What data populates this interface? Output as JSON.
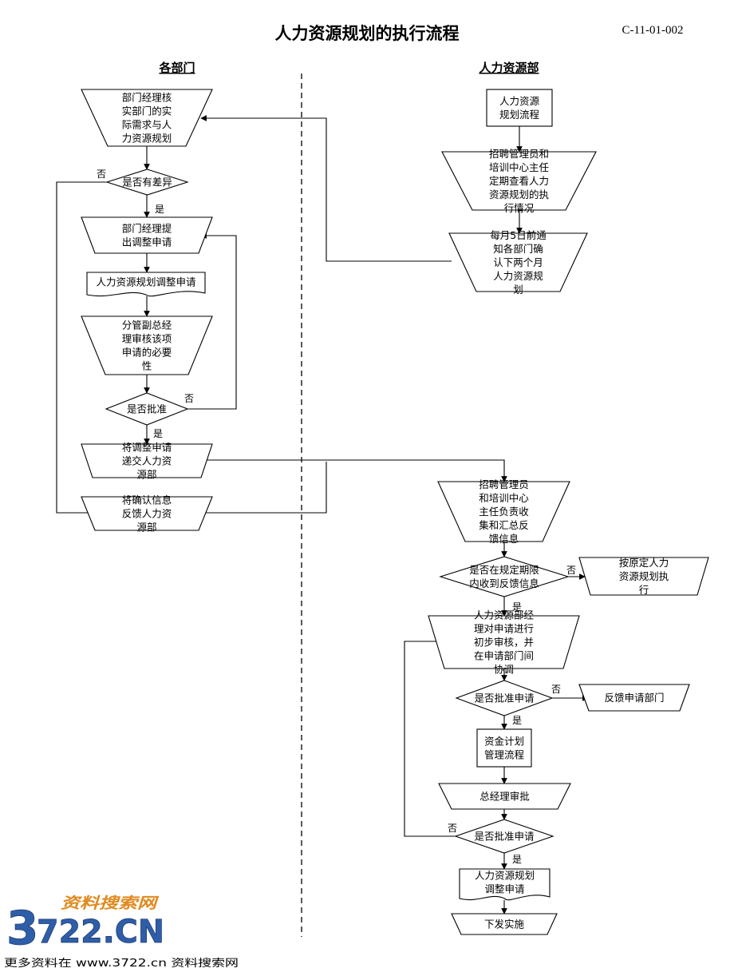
{
  "title": "人力资源规划的执行流程",
  "doc_code": "C-11-01-002",
  "lanes": {
    "left": "各部门",
    "right": "人力资源部"
  },
  "nodes": {
    "n_hr_plan": [
      "人力资源",
      "规划流程"
    ],
    "n_review": [
      "招聘管理员和",
      "培训中心主任",
      "定期查看人力",
      "资源规划的执",
      "行情况"
    ],
    "n_notify": [
      "每月5日前通",
      "知各部门确",
      "认下两个月",
      "人力资源规",
      "划"
    ],
    "n_check": [
      "部门经理核",
      "实部门的实",
      "际需求与人",
      "力资源规划"
    ],
    "d_diff": [
      "是否有差异"
    ],
    "n_propose": [
      "部门经理提",
      "出调整申请"
    ],
    "doc_request": [
      "人力资源规划调整申请"
    ],
    "n_vp": [
      "分管副总经",
      "理审核该项",
      "申请的必要",
      "性"
    ],
    "d_approve1": [
      "是否批准"
    ],
    "n_submit": [
      "将调整申请",
      "递交人力资",
      "源部"
    ],
    "n_confirm": [
      "将确认信息",
      "反馈人力资",
      "源部"
    ],
    "n_collect": [
      "招聘管理员",
      "和培训中心",
      "主任负责收",
      "集和汇总反",
      "馈信息"
    ],
    "d_deadline": [
      "是否在规定期限",
      "内收到反馈信息"
    ],
    "n_keep": [
      "按原定人力",
      "资源规划执",
      "行"
    ],
    "n_mgr": [
      "人力资源部经",
      "理对申请进行",
      "初步审核，并",
      "在申请部门间",
      "协调"
    ],
    "d_approve2": [
      "是否批准申请"
    ],
    "n_feedback": [
      "反馈申请部门"
    ],
    "n_fund": [
      "资金计划",
      "管理流程"
    ],
    "n_gm": [
      "总经理审批"
    ],
    "d_approve3": [
      "是否批准申请"
    ],
    "doc_adjust": [
      "人力资源规划",
      "调整申请"
    ],
    "n_issue": [
      "下发实施"
    ]
  },
  "edge_labels": {
    "yes": "是",
    "no": "否"
  },
  "watermark": {
    "logo_digit": "3",
    "logo_rest": "722.CN",
    "slogan": "资料搜索网",
    "footer": "更多资料在 www.3722.cn 资料搜索网"
  },
  "colors": {
    "line": "#000000",
    "logo_blue": "#2f5ea8",
    "logo_orange": "#e08a1f"
  }
}
